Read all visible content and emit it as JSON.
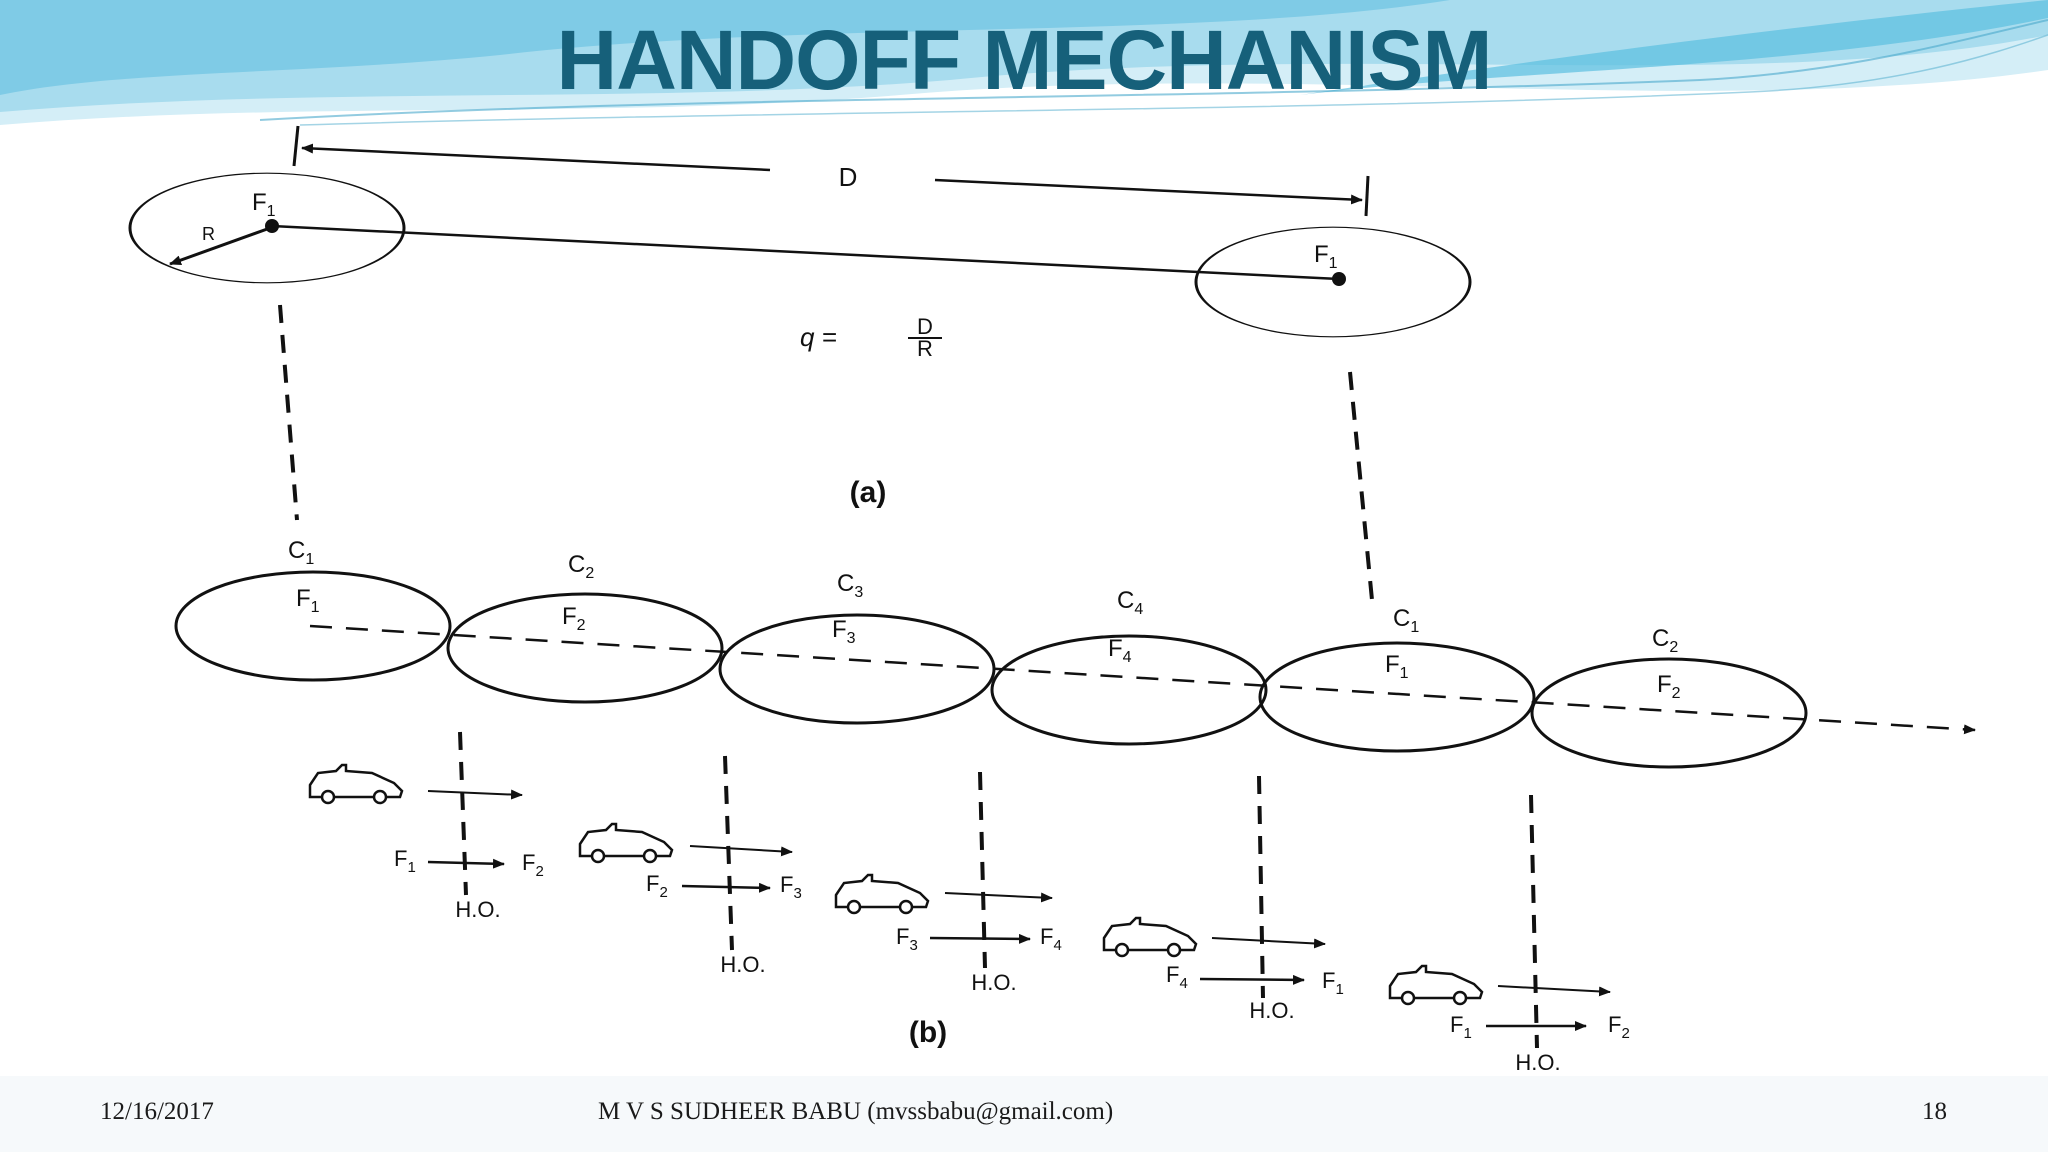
{
  "slide": {
    "title": "HANDOFF MECHANISM",
    "theme_colors": {
      "title": "#16607a",
      "header_wave_light": "#d4eef7",
      "header_wave_mid": "#9fd9ec",
      "header_wave_dark": "#5bbfe0"
    }
  },
  "diagram": {
    "part_a": {
      "label": "(a)",
      "distance_label": "D",
      "radius_label": "R",
      "cell_labels": [
        "F",
        "F"
      ],
      "cell_label_subscripts": [
        "1",
        "1"
      ],
      "formula": {
        "lhs": "q =",
        "numerator": "D",
        "denominator": "R"
      }
    },
    "part_b": {
      "label": "(b)",
      "cells": [
        {
          "name": "C",
          "name_sub": "1",
          "freq": "F",
          "freq_sub": "1"
        },
        {
          "name": "C",
          "name_sub": "2",
          "freq": "F",
          "freq_sub": "2"
        },
        {
          "name": "C",
          "name_sub": "3",
          "freq": "F",
          "freq_sub": "3"
        },
        {
          "name": "C",
          "name_sub": "4",
          "freq": "F",
          "freq_sub": "4"
        },
        {
          "name": "C",
          "name_sub": "1",
          "freq": "F",
          "freq_sub": "1"
        },
        {
          "name": "C",
          "name_sub": "2",
          "freq": "F",
          "freq_sub": "2"
        }
      ],
      "handoffs": [
        {
          "from": "F",
          "from_sub": "1",
          "to": "F",
          "to_sub": "2",
          "label": "H.O."
        },
        {
          "from": "F",
          "from_sub": "2",
          "to": "F",
          "to_sub": "3",
          "label": "H.O."
        },
        {
          "from": "F",
          "from_sub": "3",
          "to": "F",
          "to_sub": "4",
          "label": "H.O."
        },
        {
          "from": "F",
          "from_sub": "4",
          "to": "F",
          "to_sub": "1",
          "label": "H.O."
        },
        {
          "from": "F",
          "from_sub": "1",
          "to": "F",
          "to_sub": "2",
          "label": "H.O."
        }
      ]
    }
  },
  "footer": {
    "date": "12/16/2017",
    "author": "M V S SUDHEER BABU (mvssbabu@gmail.com)",
    "page_number": "18"
  }
}
